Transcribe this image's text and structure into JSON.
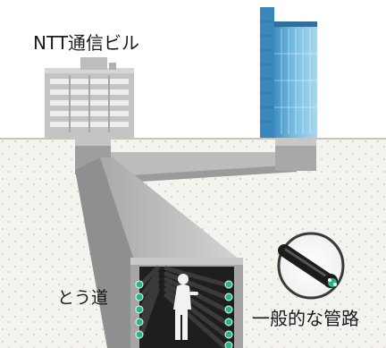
{
  "labels": {
    "building": "NTT通信ビル",
    "tunnel": "とう道",
    "conduit": "一般的な管路"
  },
  "colors": {
    "soil": "#f4f3ef",
    "soil_dots": "#cfcac0",
    "concrete_top": "#bdbdbd",
    "concrete_side": "#9a9a9a",
    "concrete_dark": "#7c7c7c",
    "building_gray": "#b9b9b9",
    "tower_blue": "#5aa6d6",
    "cable_black": "#1b1b1b",
    "cable_end_green": "#27b58a"
  }
}
